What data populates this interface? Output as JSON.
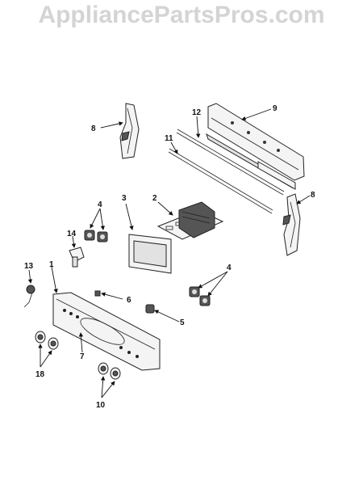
{
  "watermark": "AppliancePartsPros.com",
  "callouts": [
    "1",
    "2",
    "3",
    "4",
    "4",
    "5",
    "6",
    "7",
    "8",
    "8",
    "9",
    "10",
    "11",
    "12",
    "13",
    "14",
    "18"
  ]
}
